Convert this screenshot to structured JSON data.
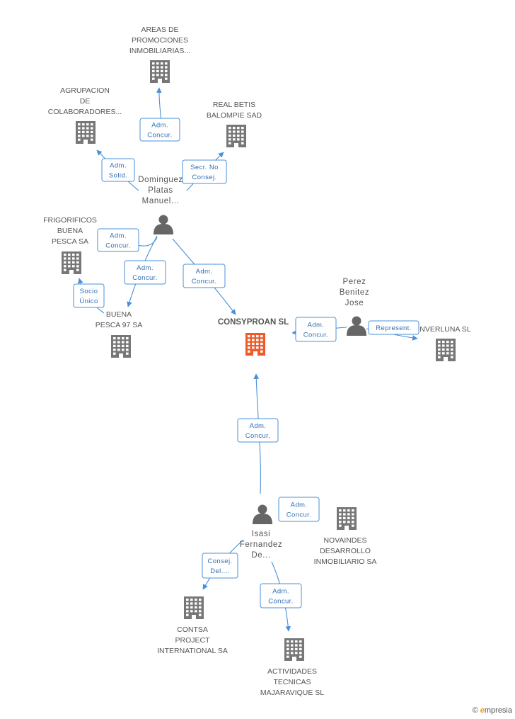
{
  "colors": {
    "edge": "#4a90d9",
    "building": "#777777",
    "main_building": "#f05a28",
    "person": "#666666"
  },
  "companies": [
    {
      "id": "areas",
      "lines": [
        "AREAS DE",
        "PROMOCIONES",
        "INMOBILIARIAS..."
      ]
    },
    {
      "id": "agrupacion",
      "lines": [
        "AGRUPACION",
        "DE",
        "COLABORADORES..."
      ]
    },
    {
      "id": "betis",
      "lines": [
        "REAL BETIS",
        "BALOMPIE SAD"
      ]
    },
    {
      "id": "frigorificos",
      "lines": [
        "FRIGORIFICOS",
        "BUENA",
        "PESCA SA"
      ]
    },
    {
      "id": "buenapesca",
      "lines": [
        "BUENA",
        "PESCA 97 SA"
      ]
    },
    {
      "id": "consyproan",
      "lines": [
        "CONSYPROAN SL"
      ],
      "main": true
    },
    {
      "id": "inverluna",
      "lines": [
        "INVERLUNA SL"
      ]
    },
    {
      "id": "novaindes",
      "lines": [
        "NOVAINDES",
        "DESARROLLO",
        "INMOBILIARIO SA"
      ]
    },
    {
      "id": "contsa",
      "lines": [
        "CONTSA",
        "PROJECT",
        "INTERNATIONAL SA"
      ]
    },
    {
      "id": "actividades",
      "lines": [
        "ACTIVIDADES",
        "TECNICAS",
        "MAJARAVIQUE SL"
      ]
    }
  ],
  "people": [
    {
      "id": "dominguez",
      "lines": [
        "Dominguez",
        "Platas",
        "Manuel..."
      ]
    },
    {
      "id": "perez",
      "lines": [
        "Perez",
        "Benitez",
        "Jose"
      ]
    },
    {
      "id": "isasi",
      "lines": [
        "Isasi",
        "Fernandez",
        "De..."
      ]
    }
  ],
  "relations": [
    {
      "id": "dom-areas",
      "lines": [
        "Adm.",
        "Concur."
      ]
    },
    {
      "id": "dom-agrup",
      "lines": [
        "Adm.",
        "Solid."
      ]
    },
    {
      "id": "dom-betis",
      "lines": [
        "Secr.  No",
        "Consej."
      ]
    },
    {
      "id": "dom-frigo",
      "lines": [
        "Adm.",
        "Concur."
      ]
    },
    {
      "id": "dom-buena",
      "lines": [
        "Adm.",
        "Concur."
      ]
    },
    {
      "id": "dom-consy",
      "lines": [
        "Adm.",
        "Concur."
      ]
    },
    {
      "id": "buena-frigo",
      "lines": [
        "Socio",
        "Único"
      ]
    },
    {
      "id": "perez-consy",
      "lines": [
        "Adm.",
        "Concur."
      ]
    },
    {
      "id": "perez-inver",
      "lines": [
        "Represent."
      ]
    },
    {
      "id": "isasi-consy",
      "lines": [
        "Adm.",
        "Concur."
      ]
    },
    {
      "id": "isasi-nova",
      "lines": [
        "Adm.",
        "Concur."
      ]
    },
    {
      "id": "isasi-contsa",
      "lines": [
        "Consej.",
        "Del...."
      ]
    },
    {
      "id": "isasi-activ",
      "lines": [
        "Adm.",
        "Concur."
      ]
    }
  ],
  "brand": {
    "copyright": "©",
    "name": "mpresia",
    "initial": "e"
  }
}
